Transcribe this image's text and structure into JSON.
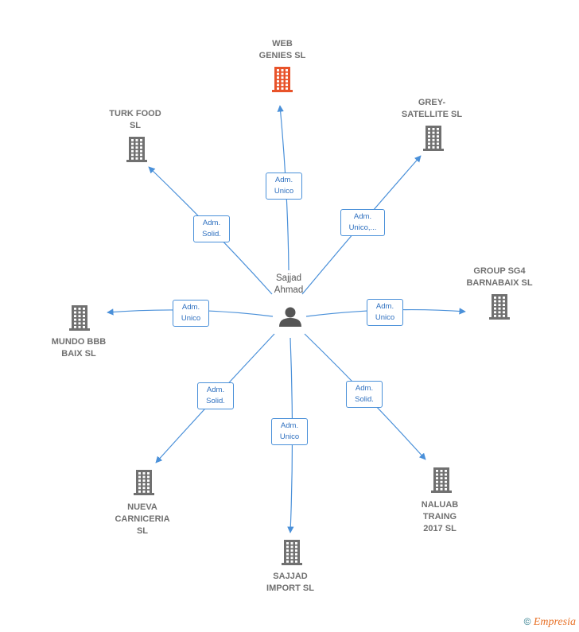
{
  "center": {
    "name": "Sajjad\nAhmad",
    "icon": "person-icon"
  },
  "nodes": [
    {
      "id": "web-genies",
      "name": "WEB\nGENIES  SL",
      "color": "#e8532a",
      "relation": "Adm.\nUnico",
      "icon": "building-icon"
    },
    {
      "id": "turk-food",
      "name": "TURK FOOD\nSL",
      "color": "#707070",
      "relation": "Adm.\nSolid.",
      "icon": "building-icon"
    },
    {
      "id": "grey-satellite",
      "name": "GREY-\nSATELLITE SL",
      "color": "#707070",
      "relation": "Adm.\nUnico,...",
      "icon": "building-icon"
    },
    {
      "id": "group-sg4",
      "name": "GROUP SG4\nBARNABAIX  SL",
      "color": "#707070",
      "relation": "Adm.\nUnico",
      "icon": "building-icon"
    },
    {
      "id": "mundo-bbb",
      "name": "MUNDO BBB\nBAIX  SL",
      "color": "#707070",
      "relation": "Adm.\nUnico",
      "icon": "building-icon"
    },
    {
      "id": "nueva-carniceria",
      "name": "NUEVA\nCARNICERIA\nSL",
      "color": "#707070",
      "relation": "Adm.\nSolid.",
      "icon": "building-icon"
    },
    {
      "id": "sajjad-import",
      "name": "SAJJAD\nIMPORT  SL",
      "color": "#707070",
      "relation": "Adm.\nUnico",
      "icon": "building-icon"
    },
    {
      "id": "naluab-traing",
      "name": "NALUAB\nTRAING\n2017  SL",
      "color": "#707070",
      "relation": "Adm.\nSolid.",
      "icon": "building-icon"
    }
  ],
  "footer": {
    "copyright": "©",
    "brand": "Empresia"
  },
  "colors": {
    "edge": "#4a90d9",
    "building": "#707070",
    "highlight": "#e8532a"
  }
}
